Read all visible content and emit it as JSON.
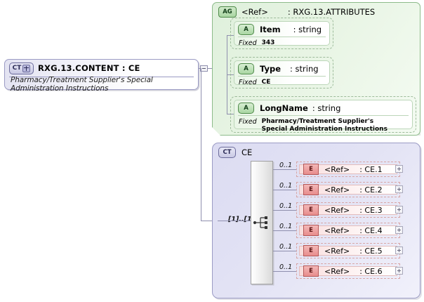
{
  "diagram": {
    "type": "xsd-schema-diagram",
    "colors": {
      "attribute_group_bg": "#e2f3de",
      "attribute_group_border": "#8dbb8a",
      "complex_type_bg": "#e0e0f3",
      "complex_type_border": "#9b9bc4",
      "element_bg": "#f9dede",
      "element_border": "#d8a6a6",
      "connector": "#8f8fae"
    }
  },
  "content_box": {
    "badge": "CT",
    "badge_icon": "plus-icon",
    "title": "RXG.13.CONTENT : CE",
    "description": "Pharmacy/Treatment Supplier's Special Administration Instructions",
    "collapse_toggle": "minus-icon"
  },
  "attribute_group": {
    "badge": "AG",
    "ref": "<Ref>",
    "type": ": RXG.13.ATTRIBUTES",
    "attributes": [
      {
        "badge": "A",
        "name": "Item",
        "type": ": string",
        "fixed_label": "Fixed",
        "fixed_value": "343"
      },
      {
        "badge": "A",
        "name": "Type",
        "type": ": string",
        "fixed_label": "Fixed",
        "fixed_value": "CE"
      },
      {
        "badge": "A",
        "name": "LongName",
        "type": ": string",
        "fixed_label": "Fixed",
        "fixed_value": "Pharmacy/Treatment Supplier's Special Administration Instructions"
      }
    ]
  },
  "complex_type": {
    "badge": "CT",
    "name": "CE",
    "compositor": "sequence-icon",
    "compositor_occurrence": "[1]..[1]",
    "elements": [
      {
        "occurrence": "0..1",
        "badge": "E",
        "ref": "<Ref>",
        "type": ": CE.1",
        "expand": "plus-icon"
      },
      {
        "occurrence": "0..1",
        "badge": "E",
        "ref": "<Ref>",
        "type": ": CE.2",
        "expand": "plus-icon"
      },
      {
        "occurrence": "0..1",
        "badge": "E",
        "ref": "<Ref>",
        "type": ": CE.3",
        "expand": "plus-icon"
      },
      {
        "occurrence": "0..1",
        "badge": "E",
        "ref": "<Ref>",
        "type": ": CE.4",
        "expand": "plus-icon"
      },
      {
        "occurrence": "0..1",
        "badge": "E",
        "ref": "<Ref>",
        "type": ": CE.5",
        "expand": "plus-icon"
      },
      {
        "occurrence": "0..1",
        "badge": "E",
        "ref": "<Ref>",
        "type": ": CE.6",
        "expand": "plus-icon"
      }
    ]
  }
}
